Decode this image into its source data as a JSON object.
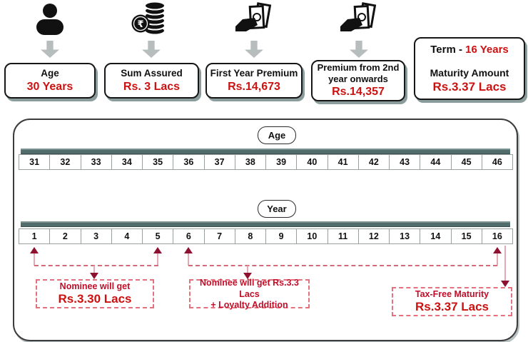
{
  "cards": [
    {
      "label": "Age",
      "value": "30 Years"
    },
    {
      "label": "Sum Assured",
      "value": "Rs. 3 Lacs"
    },
    {
      "label": "First Year Premium",
      "value": "Rs.14,673"
    },
    {
      "label": "Premium from 2nd year onwards",
      "value": "Rs.14,357"
    }
  ],
  "term_card": {
    "term_label": "Term  -",
    "term_value": "16 Years",
    "maturity_label": "Maturity Amount",
    "maturity_value": "Rs.3.37 Lacs"
  },
  "icons": {
    "card1": "person-icon",
    "card2": "rupee-coins-icon",
    "card3": "hand-money-icon",
    "card4": "hand-money-icon",
    "rupee_symbol": "₹"
  },
  "timeline": {
    "age_label": "Age",
    "ages": [
      "31",
      "32",
      "33",
      "34",
      "35",
      "36",
      "37",
      "38",
      "39",
      "40",
      "41",
      "42",
      "43",
      "44",
      "45",
      "46"
    ],
    "year_label": "Year",
    "years": [
      "1",
      "2",
      "3",
      "4",
      "5",
      "6",
      "7",
      "8",
      "9",
      "10",
      "11",
      "12",
      "13",
      "14",
      "15",
      "16"
    ]
  },
  "annotations": {
    "nominee_early": {
      "line1": "Nominee will get",
      "line2": "Rs.3.30 Lacs"
    },
    "nominee_late": {
      "line1": "Nominee will get Rs.3.3 Lacs",
      "line2": "+ Loyalty Addition"
    },
    "maturity": {
      "line1": "Tax-Free Maturity",
      "line2": "Rs.3.37 Lacs"
    }
  },
  "colors": {
    "accent_red": "#cc1111",
    "crimson_text": "#c20d28",
    "arrowhead_maroon": "#8e1030",
    "stem_pink": "#e2aab5",
    "dash_rose": "#d26a79",
    "bar_slate": "#516c6b",
    "block_arrow_gray": "#b7bdbc",
    "card_shadow": "#6d8383"
  }
}
